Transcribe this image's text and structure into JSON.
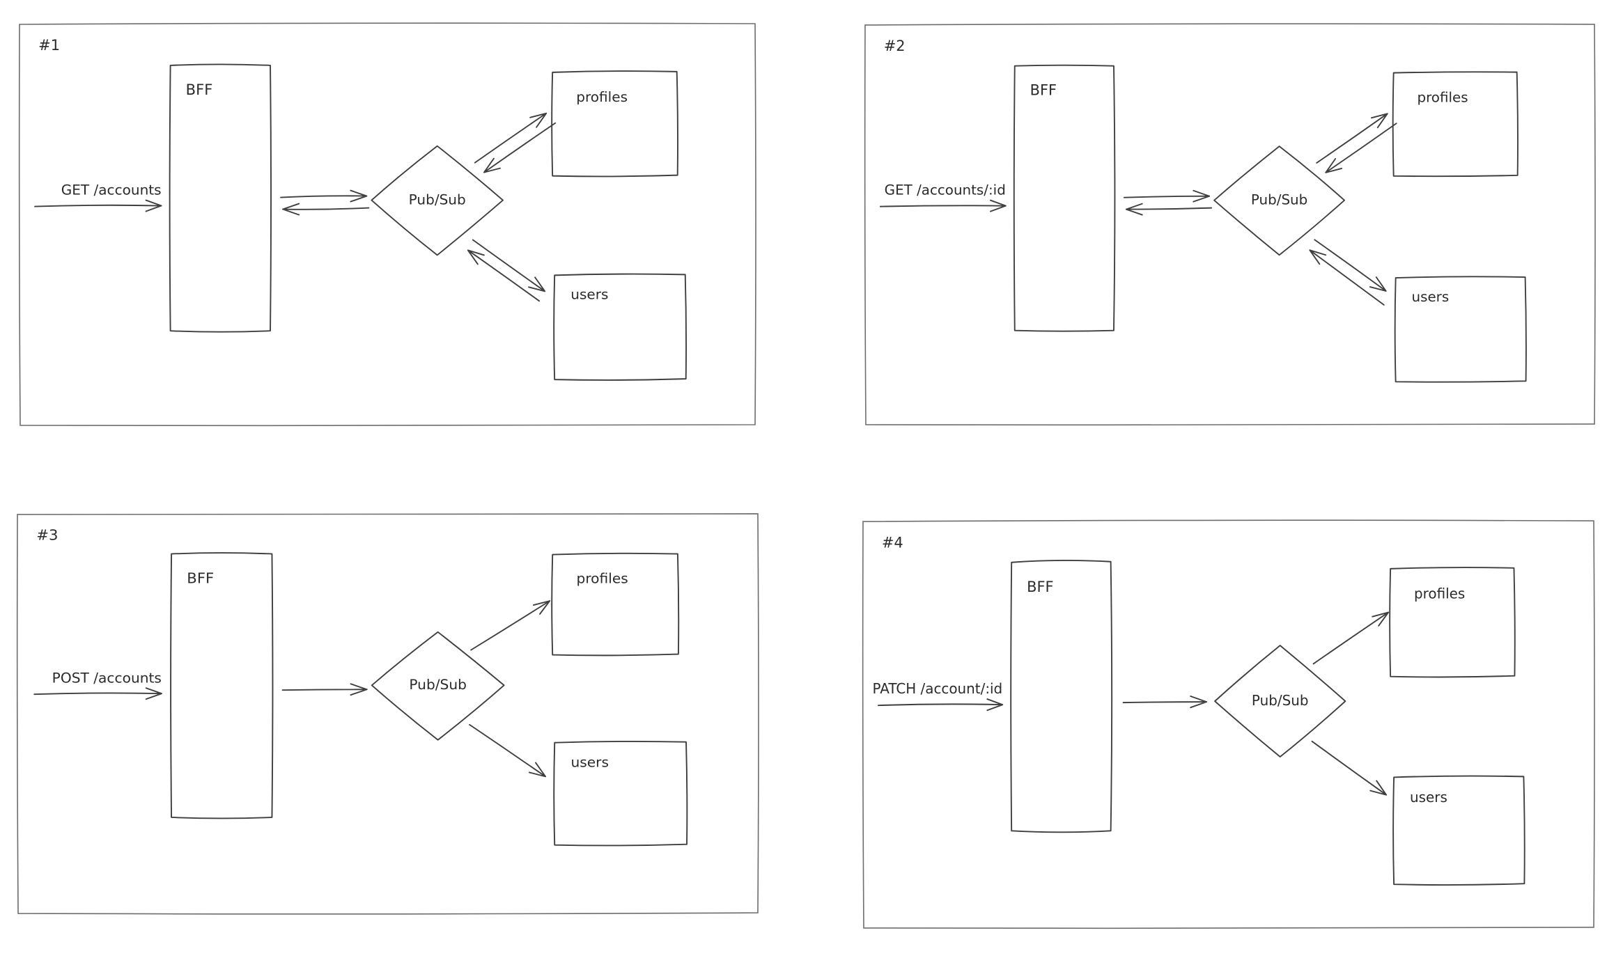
{
  "colors": {
    "background": "#ffffff",
    "shape_stroke": "#3f3f3f",
    "frame_stroke": "#6d6d6d",
    "text": "#2b2b2b"
  },
  "panels": [
    {
      "number": "#1",
      "request": "GET /accounts",
      "bff_label": "BFF",
      "broker_label": "Pub/Sub",
      "profiles_label": "profiles",
      "users_label": "users",
      "messaging": "bidirectional"
    },
    {
      "number": "#2",
      "request": "GET /accounts/:id",
      "bff_label": "BFF",
      "broker_label": "Pub/Sub",
      "profiles_label": "profiles",
      "users_label": "users",
      "messaging": "bidirectional"
    },
    {
      "number": "#3",
      "request": "POST /accounts",
      "bff_label": "BFF",
      "broker_label": "Pub/Sub",
      "profiles_label": "profiles",
      "users_label": "users",
      "messaging": "unidirectional"
    },
    {
      "number": "#4",
      "request": "PATCH /account/:id",
      "bff_label": "BFF",
      "broker_label": "Pub/Sub",
      "profiles_label": "profiles",
      "users_label": "users",
      "messaging": "unidirectional"
    }
  ]
}
